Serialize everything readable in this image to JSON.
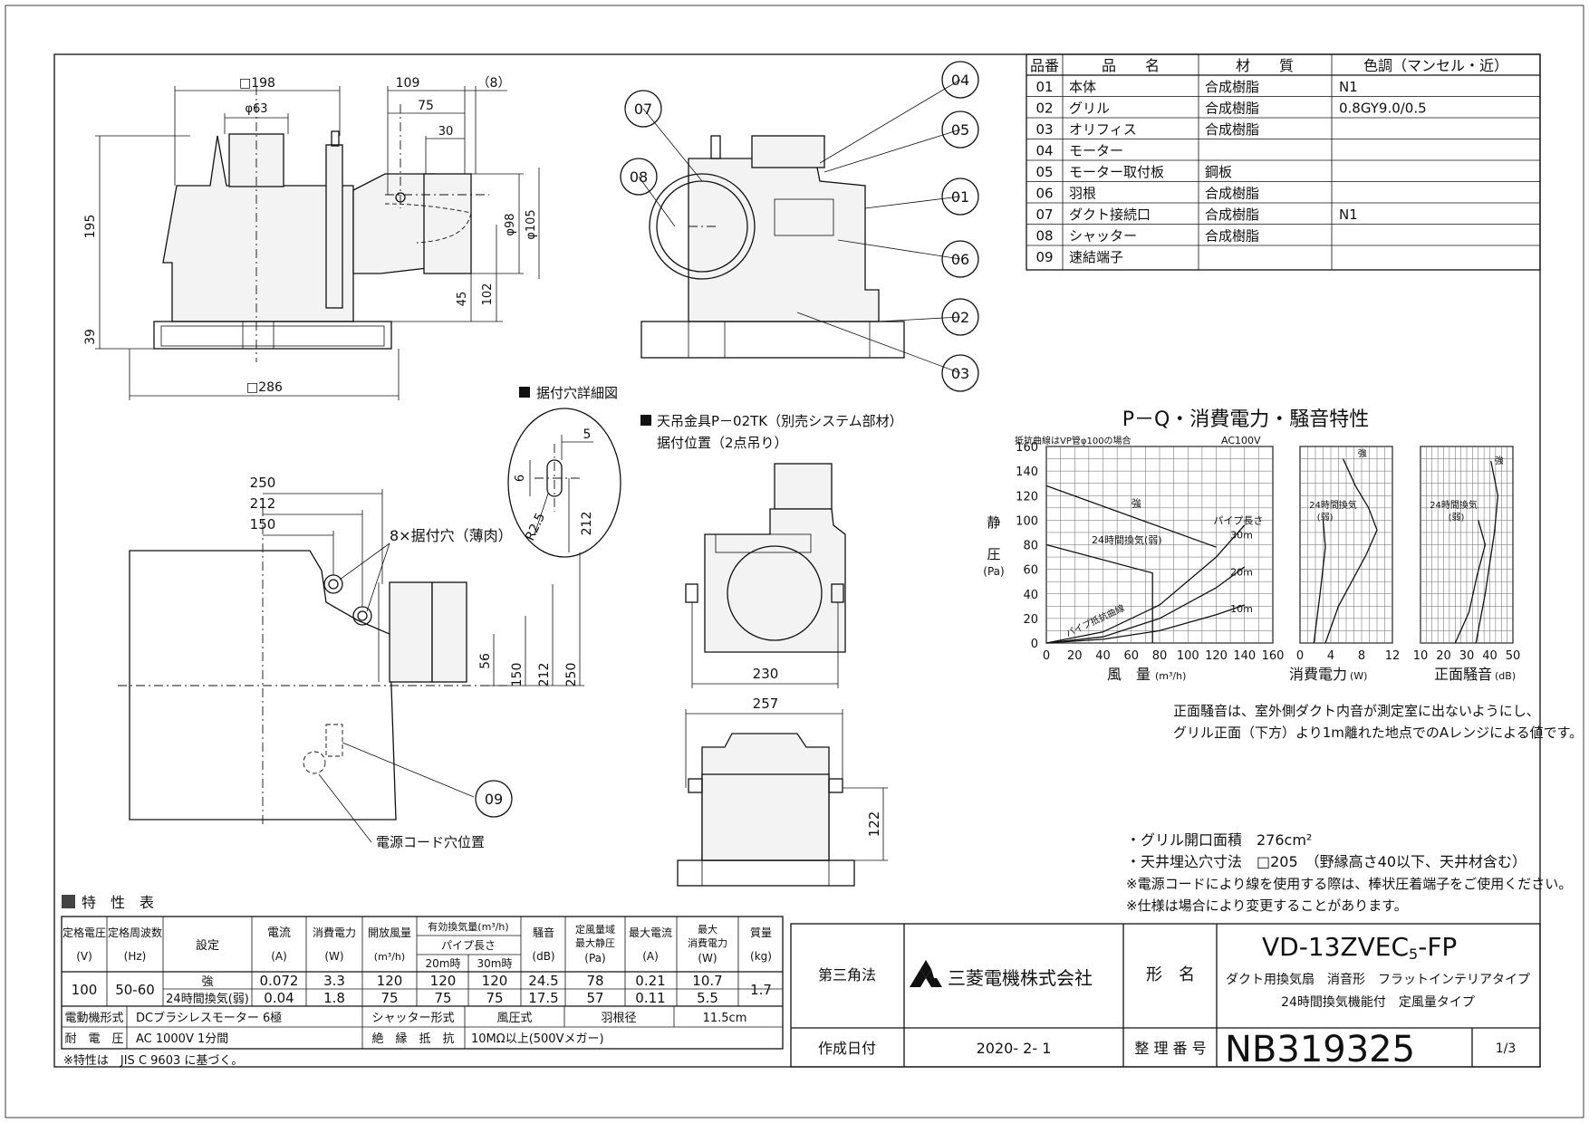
{
  "parts_table": {
    "headers": [
      "品番",
      "品　　名",
      "材　　質",
      "色調（マンセル・近）"
    ],
    "rows": [
      [
        "01",
        "本体",
        "合成樹脂",
        "N1"
      ],
      [
        "02",
        "グリル",
        "合成樹脂",
        "0.8GY9.0/0.5"
      ],
      [
        "03",
        "オリフィス",
        "合成樹脂",
        ""
      ],
      [
        "04",
        "モーター",
        "",
        ""
      ],
      [
        "05",
        "モーター取付板",
        "鋼板",
        ""
      ],
      [
        "06",
        "羽根",
        "合成樹脂",
        ""
      ],
      [
        "07",
        "ダクト接続口",
        "合成樹脂",
        "N1"
      ],
      [
        "08",
        "シャッター",
        "合成樹脂",
        ""
      ],
      [
        "09",
        "速結端子",
        "",
        ""
      ]
    ]
  },
  "front_view": {
    "dims": {
      "sq198": "□198",
      "d109": "109",
      "d8": "（8）",
      "d75": "75",
      "phi63": "φ63",
      "d30": "30",
      "d195": "195",
      "d39": "39",
      "phi98": "φ98",
      "phi105": "φ105",
      "d45": "45",
      "d102": "102",
      "sq286": "□286"
    }
  },
  "side_view": {
    "callouts": [
      "07",
      "08",
      "04",
      "05",
      "01",
      "06",
      "02",
      "03"
    ]
  },
  "detail": {
    "title": "据付穴詳細図",
    "d5": "5",
    "d6": "6",
    "r25": "R2.5",
    "d212": "212"
  },
  "top_view": {
    "d250": "250",
    "d212": "212",
    "d150": "150",
    "holes": "8×据付穴（薄肉）",
    "v56": "56",
    "v150": "150",
    "v212": "212",
    "v250": "250",
    "callout09": "09",
    "cord": "電源コード穴位置"
  },
  "hanger": {
    "title": "天吊金具P－02TK（別売システム部材）",
    "subtitle": "据付位置（2点吊り）",
    "d230": "230",
    "d257": "257",
    "d122": "122"
  },
  "pq": {
    "title": "P－Q・消費電力・騒音特性",
    "curve_note": "抵抗曲線はVP管φ100の場合",
    "voltage": "AC100V",
    "y_label": [
      "静",
      "圧",
      "(Pa)"
    ],
    "y_ticks": [
      "160",
      "140",
      "120",
      "100",
      "80",
      "60",
      "40",
      "20",
      "0"
    ],
    "x_ticks_q": [
      "0",
      "20",
      "40",
      "60",
      "80",
      "100",
      "120",
      "140",
      "160"
    ],
    "x_ticks_w": [
      "0",
      "4",
      "8",
      "12"
    ],
    "x_ticks_db": [
      "10",
      "20",
      "30",
      "40",
      "50"
    ],
    "x_label_q": "風　量",
    "x_unit_q": "(m³/h)",
    "x_label_w": "消費電力",
    "x_unit_w": "(W)",
    "x_label_db": "正面騒音",
    "x_unit_db": "(dB)",
    "strong": "強",
    "h24": "24時間換気(弱)",
    "h24a": "24時間換気",
    "h24b": "(弱)",
    "pipe": "パイプ長さ",
    "m30": "30m",
    "m20": "20m",
    "m10": "10m",
    "resistance": "パイプ抵抗曲線"
  },
  "chart_data": {
    "type": "line",
    "title": "P－Q・消費電力・騒音特性",
    "xlabel": "風量 (m³/h)",
    "ylabel": "静圧 (Pa)",
    "xlim": [
      0,
      160
    ],
    "ylim": [
      0,
      160
    ],
    "series": [
      {
        "name": "強",
        "x": [
          0,
          120
        ],
        "y": [
          128,
          78
        ]
      },
      {
        "name": "24時間換気(弱)",
        "x": [
          0,
          75,
          75
        ],
        "y": [
          80,
          57,
          0
        ]
      },
      {
        "name": "30m",
        "x": [
          0,
          40,
          80,
          120,
          140
        ],
        "y": [
          0,
          9,
          31,
          70,
          96
        ]
      },
      {
        "name": "20m",
        "x": [
          0,
          40,
          80,
          120,
          140
        ],
        "y": [
          0,
          5,
          20,
          45,
          62
        ]
      },
      {
        "name": "10m",
        "x": [
          0,
          40,
          80,
          120,
          140
        ],
        "y": [
          0,
          3,
          10,
          23,
          31
        ]
      }
    ],
    "power_chart": {
      "xlabel": "消費電力 (W)",
      "xlim": [
        0,
        12
      ],
      "series": [
        {
          "name": "強",
          "x": [
            5.6,
            7.2,
            8.9,
            10.0,
            8.6,
            5.0,
            3.3
          ],
          "y": [
            150,
            128,
            110,
            92,
            72,
            30,
            0
          ]
        },
        {
          "name": "24時間換気(弱)",
          "x": [
            3.0,
            3.3,
            2.6,
            1.8
          ],
          "y": [
            100,
            78,
            40,
            0
          ]
        }
      ]
    },
    "noise_chart": {
      "xlabel": "正面騒音 (dB)",
      "xlim": [
        10,
        50
      ],
      "series": [
        {
          "name": "強",
          "x": [
            40.5,
            43.5,
            42,
            38,
            34
          ],
          "y": [
            148,
            120,
            90,
            40,
            0
          ]
        },
        {
          "name": "24時間換気(弱)",
          "x": [
            35,
            38,
            34.5,
            31,
            25
          ],
          "y": [
            100,
            80,
            55,
            25,
            0
          ]
        }
      ]
    }
  },
  "notes": {
    "noise1": "正面騒音は、室外側ダクト内音が測定室に出ないようにし、",
    "noise2": "グリル正面（下方）より1m離れた地点でのAレンジによる値です。",
    "n1": "・グリル開口面積　276cm²",
    "n2": "・天井埋込穴寸法　□205　（野縁高さ40以下、天井材含む）",
    "n3": "※電源コードにより線を使用する際は、棒状圧着端子をご使用ください。",
    "n4": "※仕様は場合により変更することがあります。"
  },
  "spec_table": {
    "title": "特　性　表",
    "h_rated_v": "定格電圧",
    "h_rated_v_u": "(V)",
    "h_freq": "定格周波数",
    "h_freq_u": "(Hz)",
    "h_setting": "設定",
    "h_current": "電流",
    "h_current_u": "(A)",
    "h_power": "消費電力",
    "h_power_u": "(W)",
    "h_open": "開放風量",
    "h_open_u": "(m³/h)",
    "h_eff": "有効換気量(m³/h)",
    "h_pipe": "パイプ長さ",
    "h_20": "20m時",
    "h_30": "30m時",
    "h_noise": "騒音",
    "h_noise_u": "(dB)",
    "h_static1": "定風量域",
    "h_static2": "最大静圧",
    "h_static_u": "(Pa)",
    "h_maxcur": "最大電流",
    "h_maxcur_u": "(A)",
    "h_maxpow1": "最大",
    "h_maxpow2": "消費電力",
    "h_maxpow_u": "(W)",
    "h_mass": "質量",
    "h_mass_u": "(kg)",
    "v": "100",
    "hz": "50-60",
    "mass": "1.7",
    "row1": [
      "強",
      "0.072",
      "3.3",
      "120",
      "120",
      "120",
      "24.5",
      "78",
      "0.21",
      "10.7"
    ],
    "row2": [
      "24時間換気(弱)",
      "0.04",
      "1.8",
      "75",
      "75",
      "75",
      "17.5",
      "57",
      "0.11",
      "5.5"
    ],
    "motor_l": "電動機形式",
    "motor_v": "DCブラシレスモーター 6極",
    "shutter_l": "シャッター形式",
    "shutter_v": "風圧式",
    "blade_l": "羽根径",
    "blade_v": "11.5cm",
    "withstand_l": "耐　電　圧",
    "withstand_v": "AC 1000V 1分間",
    "insul_l": "絶　縁　抵　抗",
    "insul_v": "10MΩ以上(500Vメガー)",
    "footnote": "※特性は　JIS C 9603 に基づく。"
  },
  "title_block": {
    "projection": "第三角法",
    "maker": "三菱電機株式会社",
    "name_label": "形　名",
    "model": "VD-13ZVEC",
    "model_sub": "5",
    "model_suffix": "-FP",
    "desc1": "ダクト用換気扇　消音形　フラットインテリアタイプ",
    "desc2": "24時間換気機能付　定風量タイプ",
    "date_label": "作成日付",
    "date": "2020- 2- 1",
    "ref_label": "整 理 番 号",
    "ref": "NB319325",
    "page": "1/3"
  }
}
